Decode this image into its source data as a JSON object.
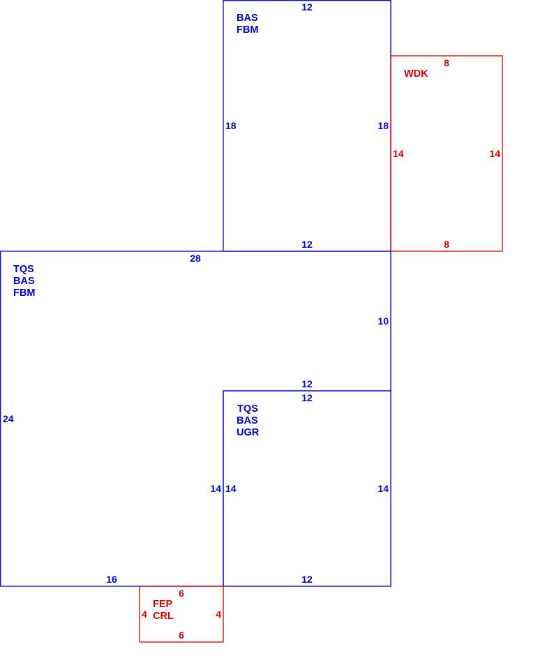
{
  "colors": {
    "main_structure": "#0000cc",
    "exterior_features": "#cc0000",
    "background": "#ffffff"
  },
  "areas": [
    {
      "id": "upper-bas",
      "codes": [
        "BAS",
        "FBM"
      ],
      "dimensions": {
        "top": "12",
        "left": "18",
        "right": "18",
        "bottom": "12"
      }
    },
    {
      "id": "wdk",
      "codes": [
        "WDK"
      ],
      "dimensions": {
        "top": "8",
        "left": "14",
        "right": "14",
        "bottom": "8"
      }
    },
    {
      "id": "main-tqs",
      "codes": [
        "TQS",
        "BAS",
        "FBM"
      ],
      "dimensions": {
        "top": "28",
        "left": "24",
        "right": "10",
        "inner_top": "12",
        "inner_left": "14",
        "bottom": "16"
      }
    },
    {
      "id": "lower-ugr",
      "codes": [
        "TQS",
        "BAS",
        "UGR"
      ],
      "dimensions": {
        "top": "12",
        "left": "14",
        "right": "14",
        "bottom": "12"
      }
    },
    {
      "id": "fep",
      "codes": [
        "FEP",
        "CRL"
      ],
      "dimensions": {
        "top": "6",
        "left": "4",
        "right": "4",
        "bottom": "6"
      }
    }
  ]
}
